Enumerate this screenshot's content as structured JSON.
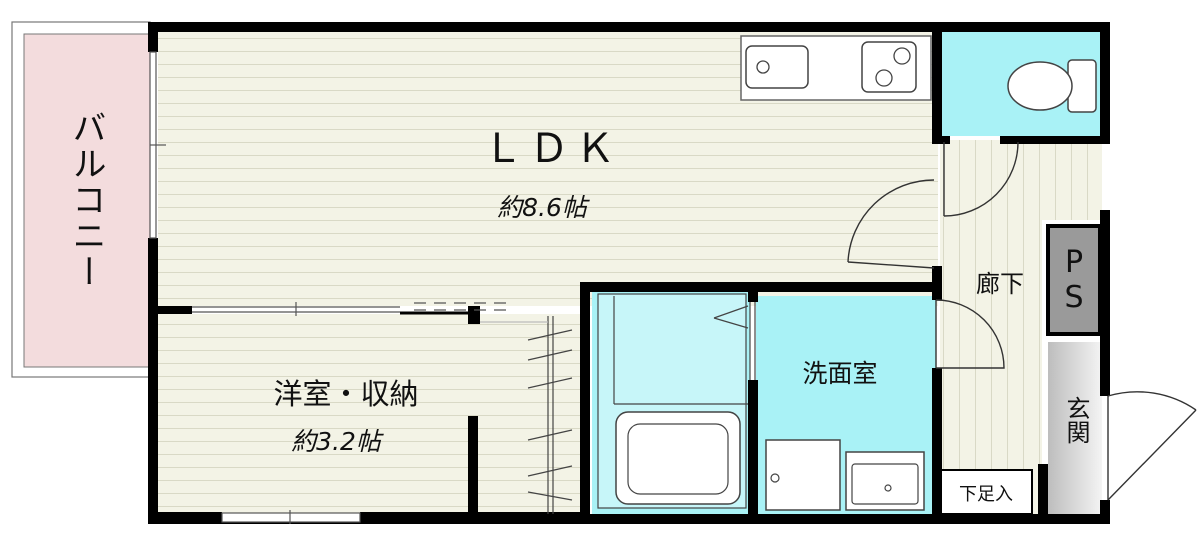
{
  "rooms": {
    "ldk": {
      "name": "ＬＤＫ",
      "area": "約8.6帖"
    },
    "western": {
      "name": "洋室・収納",
      "area": "約3.2帖"
    },
    "washroom": {
      "name": "洗面室"
    },
    "corridor": {
      "name": "廊下"
    },
    "balcony": {
      "name": "バルコニー"
    },
    "entrance": {
      "name": "玄関"
    },
    "shoe_box": {
      "name": "下足入"
    },
    "ps": {
      "name": "PS"
    }
  },
  "colors": {
    "floor_wood": "#f3f3e6",
    "water_area": "#a9f2f6",
    "balcony": "#f3dcdd",
    "wall": "#000000",
    "ps_box": "#9a9a9a",
    "entrance_floor": "#d8d8d8"
  }
}
